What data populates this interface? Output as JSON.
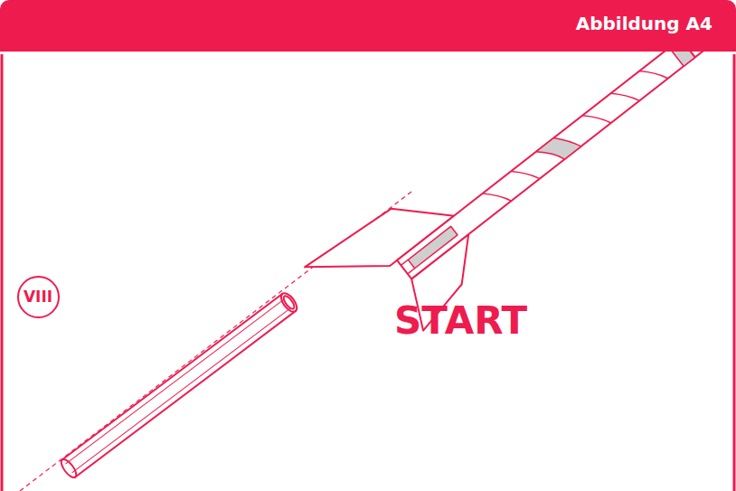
{
  "diagram": {
    "title": "Abbildung A4",
    "nodes": [
      {
        "text": [
          "VIII"
        ]
      }
    ],
    "labels": [
      "START"
    ]
  }
}
